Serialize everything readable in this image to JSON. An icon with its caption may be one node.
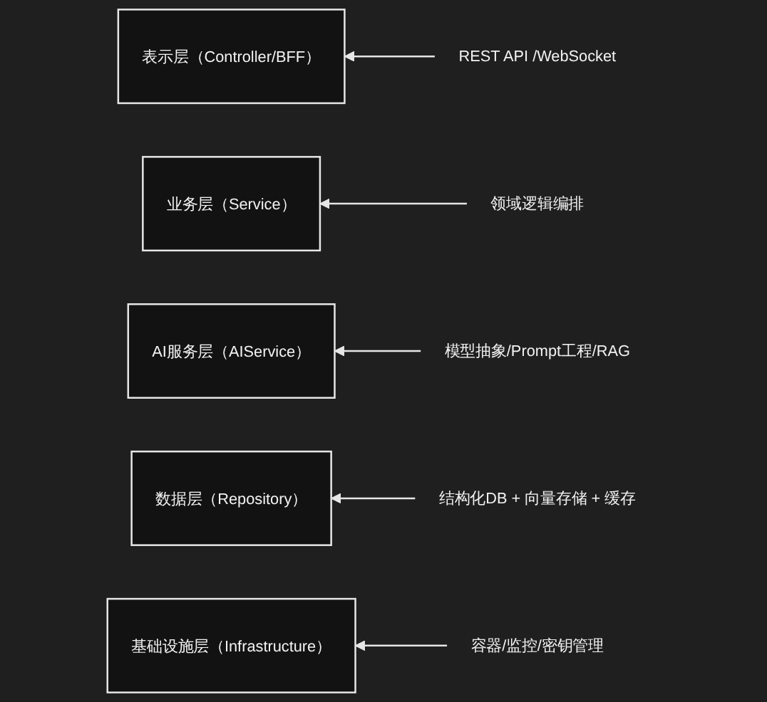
{
  "diagram": {
    "nodes": [
      {
        "text": [
          "表示层（Controller/BFF）"
        ]
      },
      {
        "text": [
          "REST API /WebSocket"
        ]
      },
      {
        "text": [
          "业务层（Service）"
        ]
      },
      {
        "text": [
          "领域逻辑编排"
        ]
      },
      {
        "text": [
          "AI服务层（AIService）"
        ]
      },
      {
        "text": [
          "模型抽象/Prompt工程/RAG"
        ]
      },
      {
        "text": [
          "数据层（Repository）"
        ]
      },
      {
        "text": [
          "结构化DB + 向量存储 + 缓存"
        ]
      },
      {
        "text": [
          "基础设施层（Infrastructure）"
        ]
      },
      {
        "text": [
          "容器/监控/密钥管理"
        ]
      }
    ],
    "edges": [
      {
        "from": 1,
        "to": 0,
        "arrow": "to"
      },
      {
        "from": 3,
        "to": 2,
        "arrow": "to"
      },
      {
        "from": 5,
        "to": 4,
        "arrow": "to"
      },
      {
        "from": 7,
        "to": 6,
        "arrow": "to"
      },
      {
        "from": 9,
        "to": 8,
        "arrow": "to"
      }
    ]
  }
}
